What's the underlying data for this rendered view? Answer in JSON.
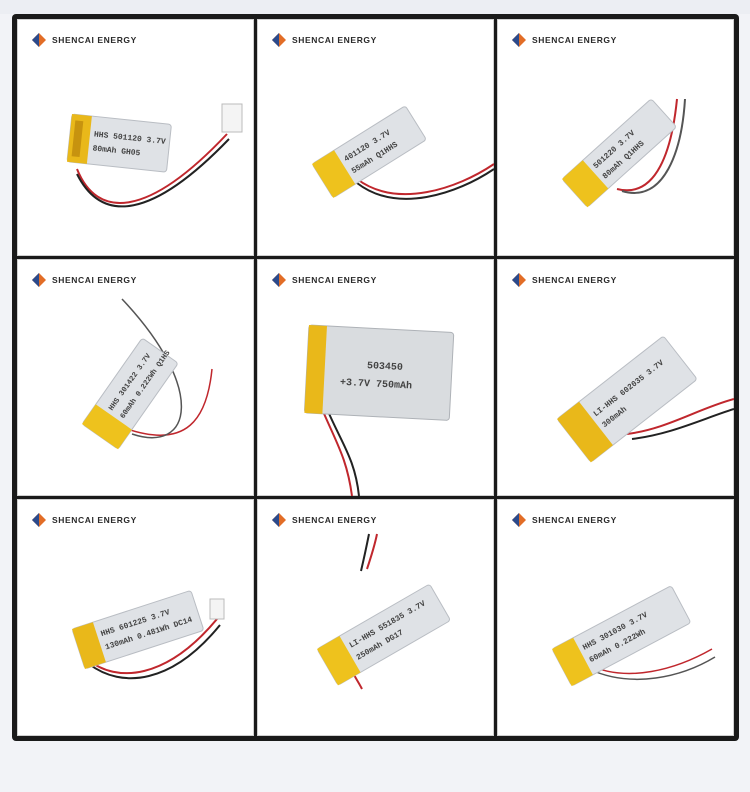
{
  "brand": {
    "name": "SHENCAI ENERGY",
    "logo_icon": "diamond-logo-icon",
    "logo_colors": [
      "#e26d26",
      "#2b4a8c"
    ]
  },
  "products": [
    {
      "lines": [
        "HHS 501120 3.7V",
        "80mAh  GH05"
      ]
    },
    {
      "lines": [
        "401120 3.7V",
        "55mAh  Q1HHS"
      ]
    },
    {
      "lines": [
        "501220 3.7V",
        "80mAh  Q1HHS"
      ]
    },
    {
      "lines": [
        "HHS 301422 3.7V",
        "60mAh 0.222Wh Q1HS"
      ]
    },
    {
      "lines": [
        "503450",
        "+3.7V 750mAh"
      ]
    },
    {
      "lines": [
        "LI-HHS 602035 3.7V",
        "300mAh"
      ]
    },
    {
      "lines": [
        "HHS 601225 3.7V",
        "130mAh 0.481Wh DC14"
      ]
    },
    {
      "lines": [
        "LI-HHS 551835 3.7V",
        "250mAh DG17"
      ]
    },
    {
      "lines": [
        "HHS 301030 3.7V",
        "60mAh 0.222Wh"
      ]
    }
  ]
}
